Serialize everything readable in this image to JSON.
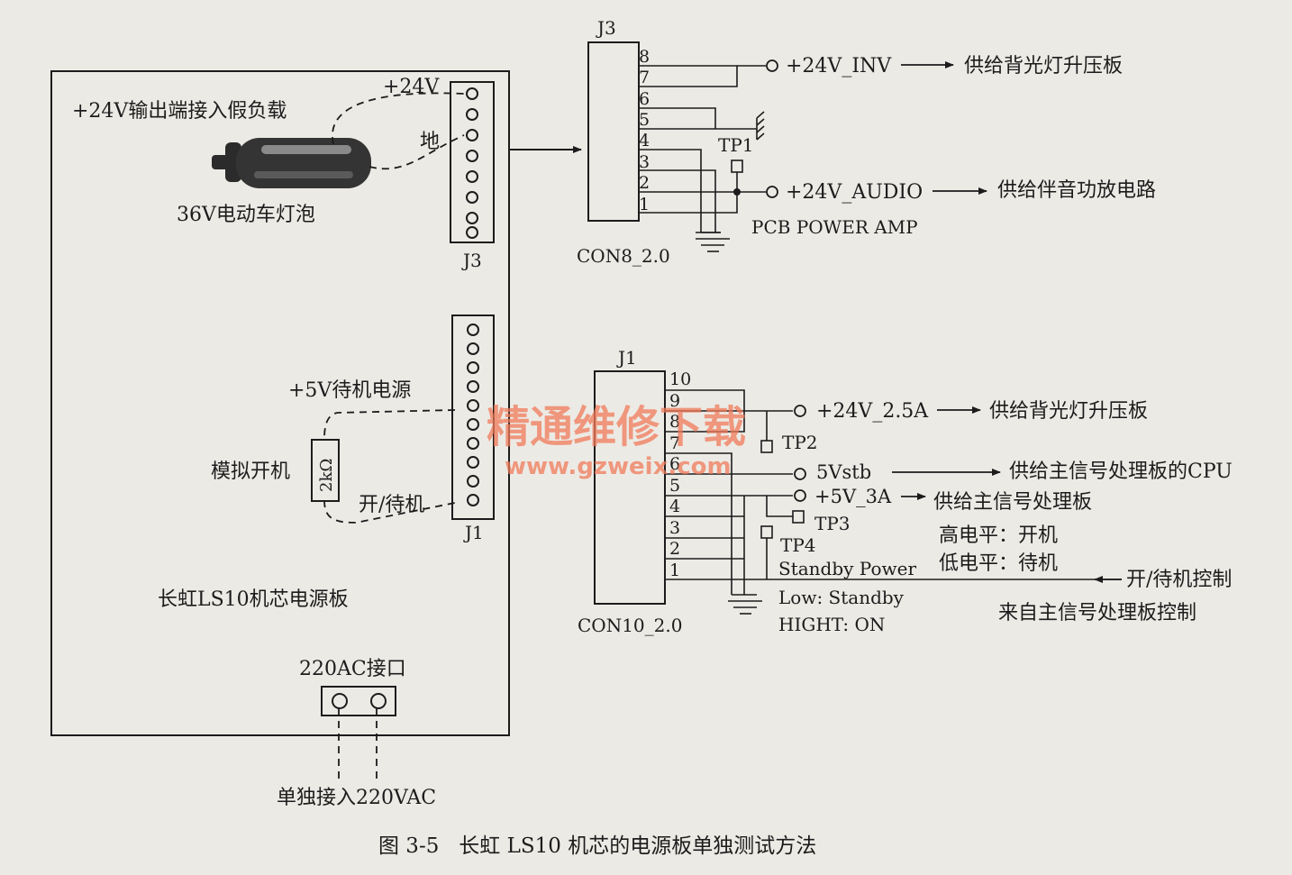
{
  "board": {
    "title": "长虹LS10机芯电源板",
    "dummy_load_label": "+24V输出端接入假负载",
    "plus24_label": "+24V",
    "ground_label": "地",
    "bulb_label": "36V电动车灯泡",
    "j3_label": "J3",
    "standby_supply_label": "+5V待机电源",
    "sim_power_label": "模拟开机",
    "resistor_label": "2kΩ",
    "onoff_label": "开/待机",
    "j1_label": "J1",
    "ac_port_label": "220AC接口",
    "ac_input_label": "单独接入220VAC"
  },
  "j3_connector": {
    "title": "J3",
    "part": "CON8_2.0",
    "pins": [
      "8",
      "7",
      "6",
      "5",
      "4",
      "3",
      "2",
      "1"
    ],
    "tp1": "TP1",
    "inv_signal": "+24V_INV",
    "inv_target": "供给背光灯升压板",
    "audio_signal": "+24V_AUDIO",
    "audio_target": "供给伴音功放电路",
    "amp_label": "PCB POWER AMP"
  },
  "j1_connector": {
    "title": "J1",
    "part": "CON10_2.0",
    "pins": [
      "10",
      "9",
      "8",
      "7",
      "6",
      "5",
      "4",
      "3",
      "2",
      "1"
    ],
    "sig_24v": "+24V_2.5A",
    "sig_24v_target": "供给背光灯升压板",
    "tp2": "TP2",
    "sig_5vstb": "5Vstb",
    "sig_5vstb_target": "供给主信号处理板的CPU",
    "sig_5v": "+5V_3A",
    "sig_5v_target": "供给主信号处理板",
    "tp3": "TP3",
    "tp4": "TP4",
    "high_level": "高电平：开机",
    "low_level": "低电平：待机",
    "standby_power": "Standby Power",
    "low_standby": "Low: Standby",
    "high_on": "HIGHT: ON",
    "control_label": "开/待机控制",
    "control_source": "来自主信号处理板控制"
  },
  "watermark": {
    "cn": "精通维修下载",
    "url": "www.gzweix.com",
    "color": "#f07a5a"
  },
  "caption": "图 3-5   长虹 LS10 机芯的电源板单独测试方法"
}
